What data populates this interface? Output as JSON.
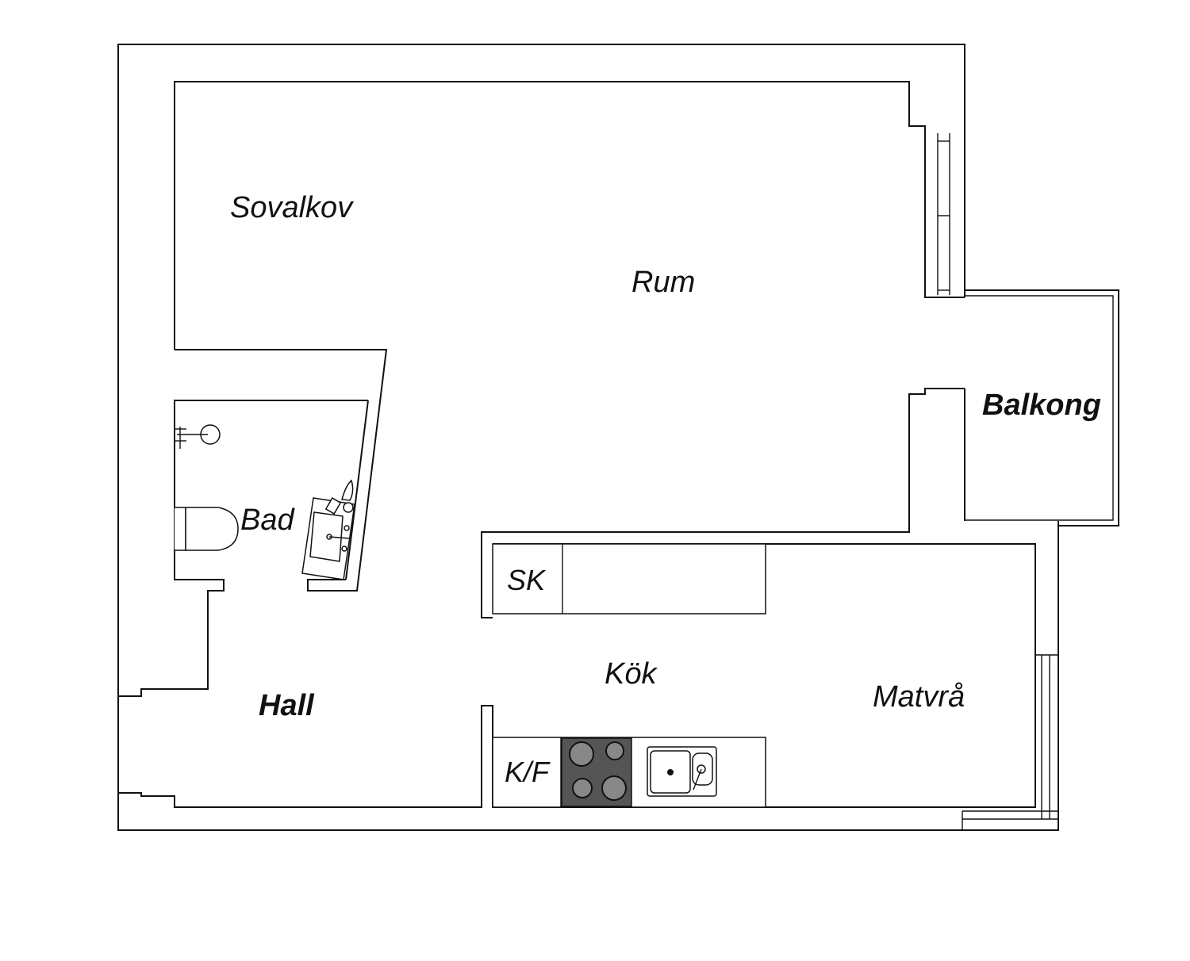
{
  "colors": {
    "wall": "#111111",
    "background": "#ffffff",
    "stove_top": "#555555",
    "burner": "#888888"
  },
  "rooms": {
    "sovalkov": "Sovalkov",
    "rum": "Rum",
    "balkong": "Balkong",
    "bad": "Bad",
    "sk": "SK",
    "kok": "Kök",
    "hall": "Hall",
    "matvra": "Matvrå",
    "kf": "K/F"
  }
}
